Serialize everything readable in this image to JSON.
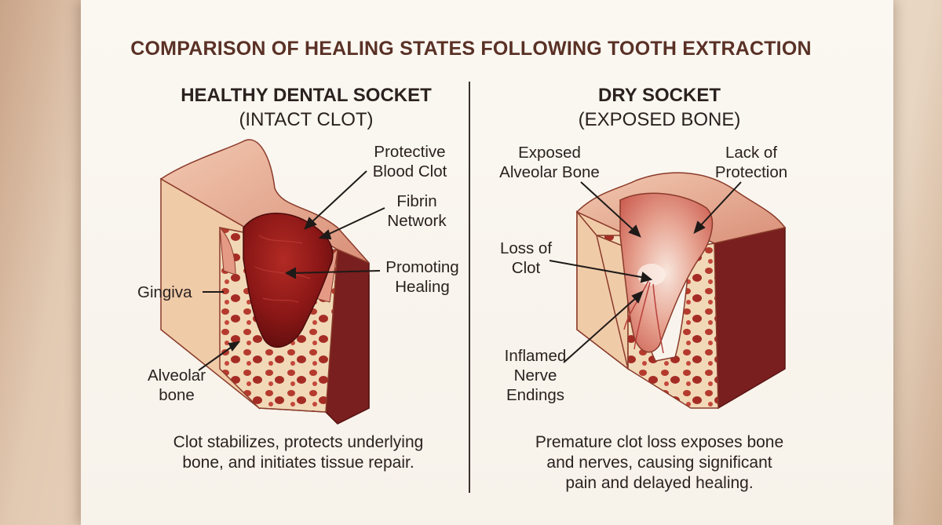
{
  "title": "COMPARISON OF HEALING STATES FOLLOWING TOOTH EXTRACTION",
  "left": {
    "heading_line1": "HEALTHY DENTAL SOCKET",
    "heading_line2": "(INTACT CLOT)",
    "labels": {
      "protective_clot_1": "Protective",
      "protective_clot_2": "Blood Clot",
      "fibrin_1": "Fibrin",
      "fibrin_2": "Network",
      "promoting_1": "Promoting",
      "promoting_2": "Healing",
      "gingiva": "Gingiva",
      "alveolar_1": "Alveolar",
      "alveolar_2": "bone"
    },
    "caption_line1": "Clot stabilizes, protects underlying",
    "caption_line2": "bone, and initiates tissue repair."
  },
  "right": {
    "heading_line1": "DRY SOCKET",
    "heading_line2": "(EXPOSED BONE)",
    "labels": {
      "exposed_1": "Exposed",
      "exposed_2": "Alveolar Bone",
      "lack_1": "Lack of",
      "lack_2": "Protection",
      "loss_1": "Loss of",
      "loss_2": "Clot",
      "nerve_1": "Inflamed",
      "nerve_2": "Nerve",
      "nerve_3": "Endings"
    },
    "caption_line1": "Premature clot loss exposes bone",
    "caption_line2": "and nerves, causing significant",
    "caption_line3": "pain and delayed healing."
  },
  "colors": {
    "title": "#5a3126",
    "text": "#2b2220",
    "gum": "#e8b8a0",
    "bone": "#f0d8b8",
    "clot": "#8b1a1a",
    "tissue_side": "#7a1f1f"
  }
}
